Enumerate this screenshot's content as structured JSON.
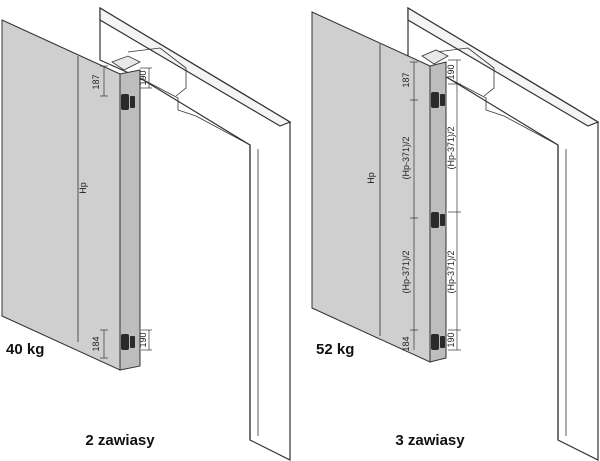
{
  "variants": [
    {
      "weight": "40 kg",
      "caption": "2 zawiasy",
      "dims": {
        "height": "Hp",
        "top": "187",
        "top_side": "190",
        "bottom": "184",
        "bottom_side": "190"
      }
    },
    {
      "weight": "52 kg",
      "caption": "3 zawiasy",
      "dims": {
        "height": "Hp",
        "top": "187",
        "top_side": "190",
        "bottom": "184",
        "bottom_side": "190",
        "half": "(Hp-371)/2",
        "half_side": "(Hp-371)/2"
      }
    }
  ],
  "colors": {
    "door": "#cfcfcf",
    "door_edge": "#bdbdbd",
    "frame": "#ffffff",
    "line": "#333333",
    "hinge": "#2a2a2a"
  }
}
